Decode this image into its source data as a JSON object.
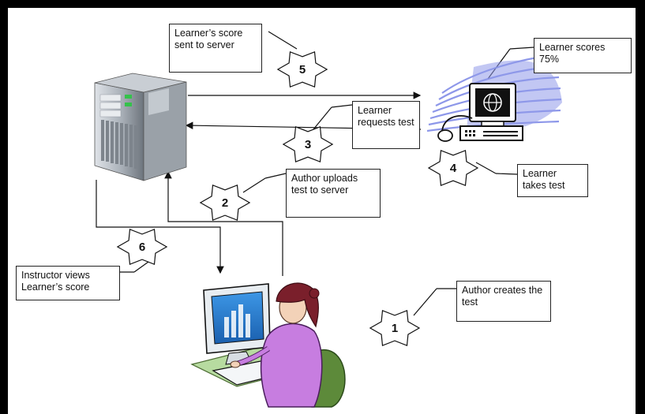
{
  "callouts": {
    "score_sent": "Learner’s score sent to server",
    "learner_scores": "Learner scores 75%",
    "learner_requests": "Learner requests test",
    "author_uploads": "Author uploads test to server",
    "learner_takes": "Learner takes test",
    "instructor_views": "Instructor views Learner’s score",
    "author_creates": "Author creates the test"
  },
  "steps": {
    "s1": "1",
    "s2": "2",
    "s3": "3",
    "s4": "4",
    "s5": "5",
    "s6": "6"
  },
  "icons": {
    "server": "server-tower-icon",
    "learner_computer": "computer-globe-icon",
    "author": "woman-at-computer-icon"
  },
  "colors": {
    "frame": "#000000",
    "arrow": "#111111",
    "swoosh": "#7a86e6",
    "screen_blue": "#2a7bd1",
    "author_shirt": "#c77de0",
    "author_hair": "#7a1f2b",
    "chair_green": "#5d8a3a"
  }
}
